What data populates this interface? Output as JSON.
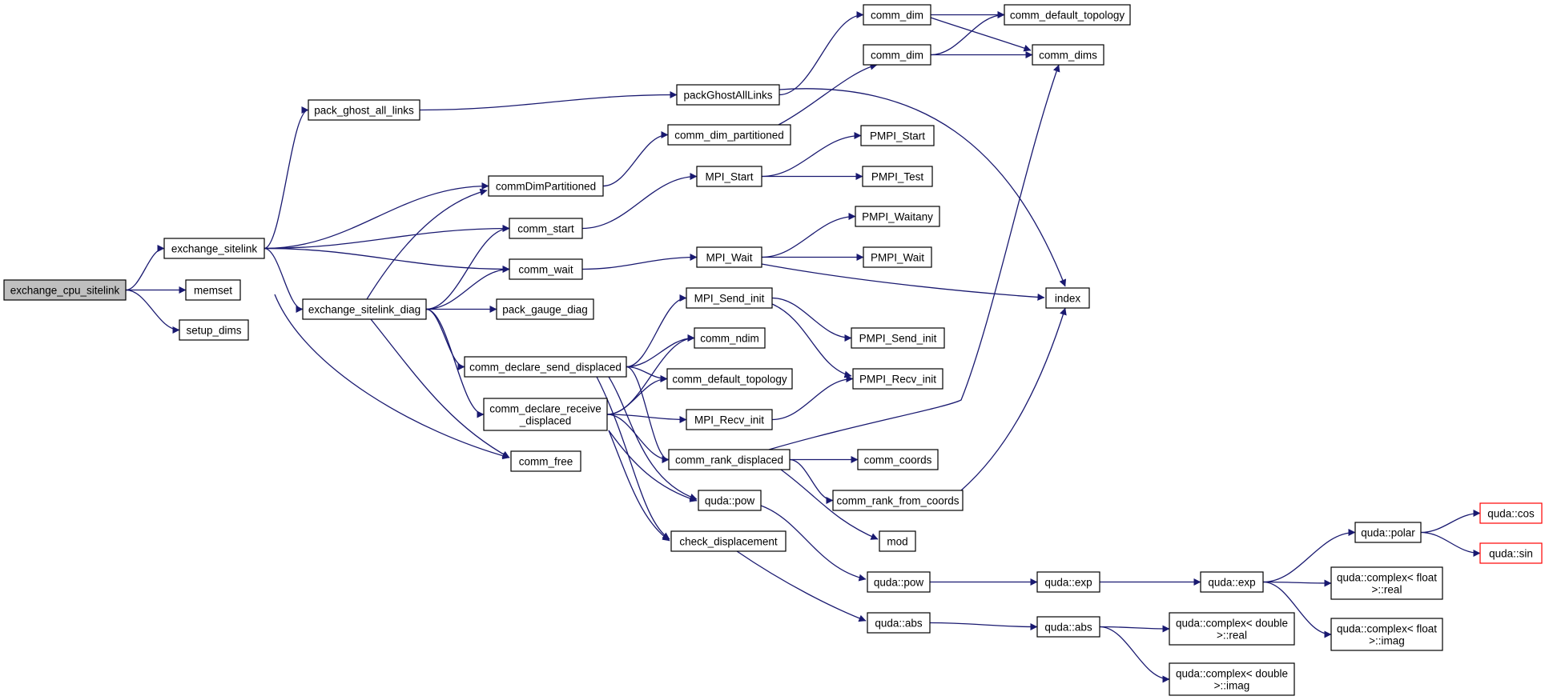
{
  "diagram": {
    "colors": {
      "edge": "#191970",
      "node_border": "#000000",
      "root_fill": "#bfbfbf",
      "truncated_border": "#ff0000",
      "background": "#ffffff"
    },
    "nodes": [
      {
        "id": "exchange_cpu_sitelink",
        "label": [
          "exchange_cpu_sitelink"
        ],
        "root": true
      },
      {
        "id": "exchange_sitelink",
        "label": [
          "exchange_sitelink"
        ]
      },
      {
        "id": "memset",
        "label": [
          "memset"
        ]
      },
      {
        "id": "setup_dims",
        "label": [
          "setup_dims"
        ]
      },
      {
        "id": "pack_ghost_all_links",
        "label": [
          "pack_ghost_all_links"
        ]
      },
      {
        "id": "commDimPartitioned",
        "label": [
          "commDimPartitioned"
        ]
      },
      {
        "id": "comm_start",
        "label": [
          "comm_start"
        ]
      },
      {
        "id": "comm_wait",
        "label": [
          "comm_wait"
        ]
      },
      {
        "id": "exchange_sitelink_diag",
        "label": [
          "exchange_sitelink_diag"
        ]
      },
      {
        "id": "comm_free",
        "label": [
          "comm_free"
        ]
      },
      {
        "id": "pack_gauge_diag",
        "label": [
          "pack_gauge_diag"
        ]
      },
      {
        "id": "comm_declare_send_displaced",
        "label": [
          "comm_declare_send_displaced"
        ]
      },
      {
        "id": "comm_declare_receive_displaced",
        "label": [
          "comm_declare_receive",
          "_displaced"
        ]
      },
      {
        "id": "packGhostAllLinks",
        "label": [
          "packGhostAllLinks"
        ]
      },
      {
        "id": "comm_dim_partitioned",
        "label": [
          "comm_dim_partitioned"
        ]
      },
      {
        "id": "MPI_Start",
        "label": [
          "MPI_Start"
        ]
      },
      {
        "id": "MPI_Wait",
        "label": [
          "MPI_Wait"
        ]
      },
      {
        "id": "MPI_Send_init",
        "label": [
          "MPI_Send_init"
        ]
      },
      {
        "id": "comm_ndim",
        "label": [
          "comm_ndim"
        ]
      },
      {
        "id": "comm_default_topology_1",
        "label": [
          "comm_default_topology"
        ]
      },
      {
        "id": "MPI_Recv_init",
        "label": [
          "MPI_Recv_init"
        ]
      },
      {
        "id": "comm_rank_displaced",
        "label": [
          "comm_rank_displaced"
        ]
      },
      {
        "id": "quda_pow_1",
        "label": [
          "quda::pow"
        ]
      },
      {
        "id": "check_displacement",
        "label": [
          "check_displacement"
        ]
      },
      {
        "id": "comm_dim_1",
        "label": [
          "comm_dim"
        ]
      },
      {
        "id": "comm_dim_2",
        "label": [
          "comm_dim"
        ]
      },
      {
        "id": "PMPI_Start",
        "label": [
          "PMPI_Start"
        ]
      },
      {
        "id": "PMPI_Test",
        "label": [
          "PMPI_Test"
        ]
      },
      {
        "id": "PMPI_Waitany",
        "label": [
          "PMPI_Waitany"
        ]
      },
      {
        "id": "PMPI_Wait",
        "label": [
          "PMPI_Wait"
        ]
      },
      {
        "id": "PMPI_Send_init",
        "label": [
          "PMPI_Send_init"
        ]
      },
      {
        "id": "PMPI_Recv_init",
        "label": [
          "PMPI_Recv_init"
        ]
      },
      {
        "id": "comm_coords",
        "label": [
          "comm_coords"
        ]
      },
      {
        "id": "comm_rank_from_coords",
        "label": [
          "comm_rank_from_coords"
        ]
      },
      {
        "id": "mod",
        "label": [
          "mod"
        ]
      },
      {
        "id": "quda_pow_2",
        "label": [
          "quda::pow"
        ]
      },
      {
        "id": "quda_abs_1",
        "label": [
          "quda::abs"
        ]
      },
      {
        "id": "comm_default_topology_2",
        "label": [
          "comm_default_topology"
        ]
      },
      {
        "id": "comm_dims",
        "label": [
          "comm_dims"
        ]
      },
      {
        "id": "index",
        "label": [
          "index"
        ]
      },
      {
        "id": "quda_exp_1",
        "label": [
          "quda::exp"
        ]
      },
      {
        "id": "quda_exp_2",
        "label": [
          "quda::exp"
        ]
      },
      {
        "id": "quda_abs_2",
        "label": [
          "quda::abs"
        ]
      },
      {
        "id": "quda_complex_double_real",
        "label": [
          "quda::complex< double",
          ">::real"
        ]
      },
      {
        "id": "quda_complex_double_imag",
        "label": [
          "quda::complex< double",
          ">::imag"
        ]
      },
      {
        "id": "quda_polar",
        "label": [
          "quda::polar"
        ]
      },
      {
        "id": "quda_complex_float_real",
        "label": [
          "quda::complex< float",
          ">::real"
        ]
      },
      {
        "id": "quda_complex_float_imag",
        "label": [
          "quda::complex< float",
          ">::imag"
        ]
      },
      {
        "id": "quda_cos",
        "label": [
          "quda::cos"
        ],
        "truncated": true
      },
      {
        "id": "quda_sin",
        "label": [
          "quda::sin"
        ],
        "truncated": true
      }
    ],
    "edges": [
      [
        "exchange_cpu_sitelink",
        "exchange_sitelink"
      ],
      [
        "exchange_cpu_sitelink",
        "memset"
      ],
      [
        "exchange_cpu_sitelink",
        "setup_dims"
      ],
      [
        "exchange_sitelink",
        "pack_ghost_all_links"
      ],
      [
        "exchange_sitelink",
        "commDimPartitioned"
      ],
      [
        "exchange_sitelink",
        "comm_start"
      ],
      [
        "exchange_sitelink",
        "comm_wait"
      ],
      [
        "exchange_sitelink",
        "exchange_sitelink_diag"
      ],
      [
        "exchange_sitelink",
        "comm_free"
      ],
      [
        "exchange_sitelink_diag",
        "commDimPartitioned"
      ],
      [
        "exchange_sitelink_diag",
        "comm_start"
      ],
      [
        "exchange_sitelink_diag",
        "comm_wait"
      ],
      [
        "exchange_sitelink_diag",
        "pack_gauge_diag"
      ],
      [
        "exchange_sitelink_diag",
        "comm_declare_send_displaced"
      ],
      [
        "exchange_sitelink_diag",
        "comm_declare_receive_displaced"
      ],
      [
        "exchange_sitelink_diag",
        "comm_free"
      ],
      [
        "pack_ghost_all_links",
        "packGhostAllLinks"
      ],
      [
        "commDimPartitioned",
        "comm_dim_partitioned"
      ],
      [
        "comm_start",
        "MPI_Start"
      ],
      [
        "comm_wait",
        "MPI_Wait"
      ],
      [
        "comm_declare_send_displaced",
        "MPI_Send_init"
      ],
      [
        "comm_declare_send_displaced",
        "comm_ndim"
      ],
      [
        "comm_declare_send_displaced",
        "comm_default_topology_1"
      ],
      [
        "comm_declare_send_displaced",
        "comm_rank_displaced"
      ],
      [
        "comm_declare_send_displaced",
        "quda_pow_1"
      ],
      [
        "comm_declare_send_displaced",
        "check_displacement"
      ],
      [
        "comm_declare_receive_displaced",
        "comm_ndim"
      ],
      [
        "comm_declare_receive_displaced",
        "comm_default_topology_1"
      ],
      [
        "comm_declare_receive_displaced",
        "MPI_Recv_init"
      ],
      [
        "comm_declare_receive_displaced",
        "comm_rank_displaced"
      ],
      [
        "comm_declare_receive_displaced",
        "quda_pow_1"
      ],
      [
        "comm_declare_receive_displaced",
        "check_displacement"
      ],
      [
        "packGhostAllLinks",
        "comm_dim_1"
      ],
      [
        "packGhostAllLinks",
        "index"
      ],
      [
        "comm_dim_partitioned",
        "comm_dim_2"
      ],
      [
        "MPI_Start",
        "PMPI_Start"
      ],
      [
        "MPI_Start",
        "PMPI_Test"
      ],
      [
        "MPI_Wait",
        "PMPI_Waitany"
      ],
      [
        "MPI_Wait",
        "PMPI_Wait"
      ],
      [
        "MPI_Wait",
        "index"
      ],
      [
        "MPI_Send_init",
        "PMPI_Send_init"
      ],
      [
        "MPI_Send_init",
        "PMPI_Recv_init"
      ],
      [
        "MPI_Recv_init",
        "PMPI_Recv_init"
      ],
      [
        "comm_rank_displaced",
        "comm_dims"
      ],
      [
        "comm_rank_displaced",
        "comm_coords"
      ],
      [
        "comm_rank_displaced",
        "comm_rank_from_coords"
      ],
      [
        "comm_rank_displaced",
        "mod"
      ],
      [
        "comm_rank_from_coords",
        "index"
      ],
      [
        "quda_pow_1",
        "quda_pow_2"
      ],
      [
        "check_displacement",
        "quda_abs_1"
      ],
      [
        "comm_dim_1",
        "comm_default_topology_2"
      ],
      [
        "comm_dim_1",
        "comm_dims"
      ],
      [
        "comm_dim_2",
        "comm_default_topology_2"
      ],
      [
        "comm_dim_2",
        "comm_dims"
      ],
      [
        "quda_pow_2",
        "quda_exp_1"
      ],
      [
        "quda_exp_1",
        "quda_exp_2"
      ],
      [
        "quda_abs_1",
        "quda_abs_2"
      ],
      [
        "quda_abs_2",
        "quda_complex_double_real"
      ],
      [
        "quda_abs_2",
        "quda_complex_double_imag"
      ],
      [
        "quda_exp_2",
        "quda_polar"
      ],
      [
        "quda_exp_2",
        "quda_complex_float_real"
      ],
      [
        "quda_exp_2",
        "quda_complex_float_imag"
      ],
      [
        "quda_polar",
        "quda_cos"
      ],
      [
        "quda_polar",
        "quda_sin"
      ]
    ]
  }
}
